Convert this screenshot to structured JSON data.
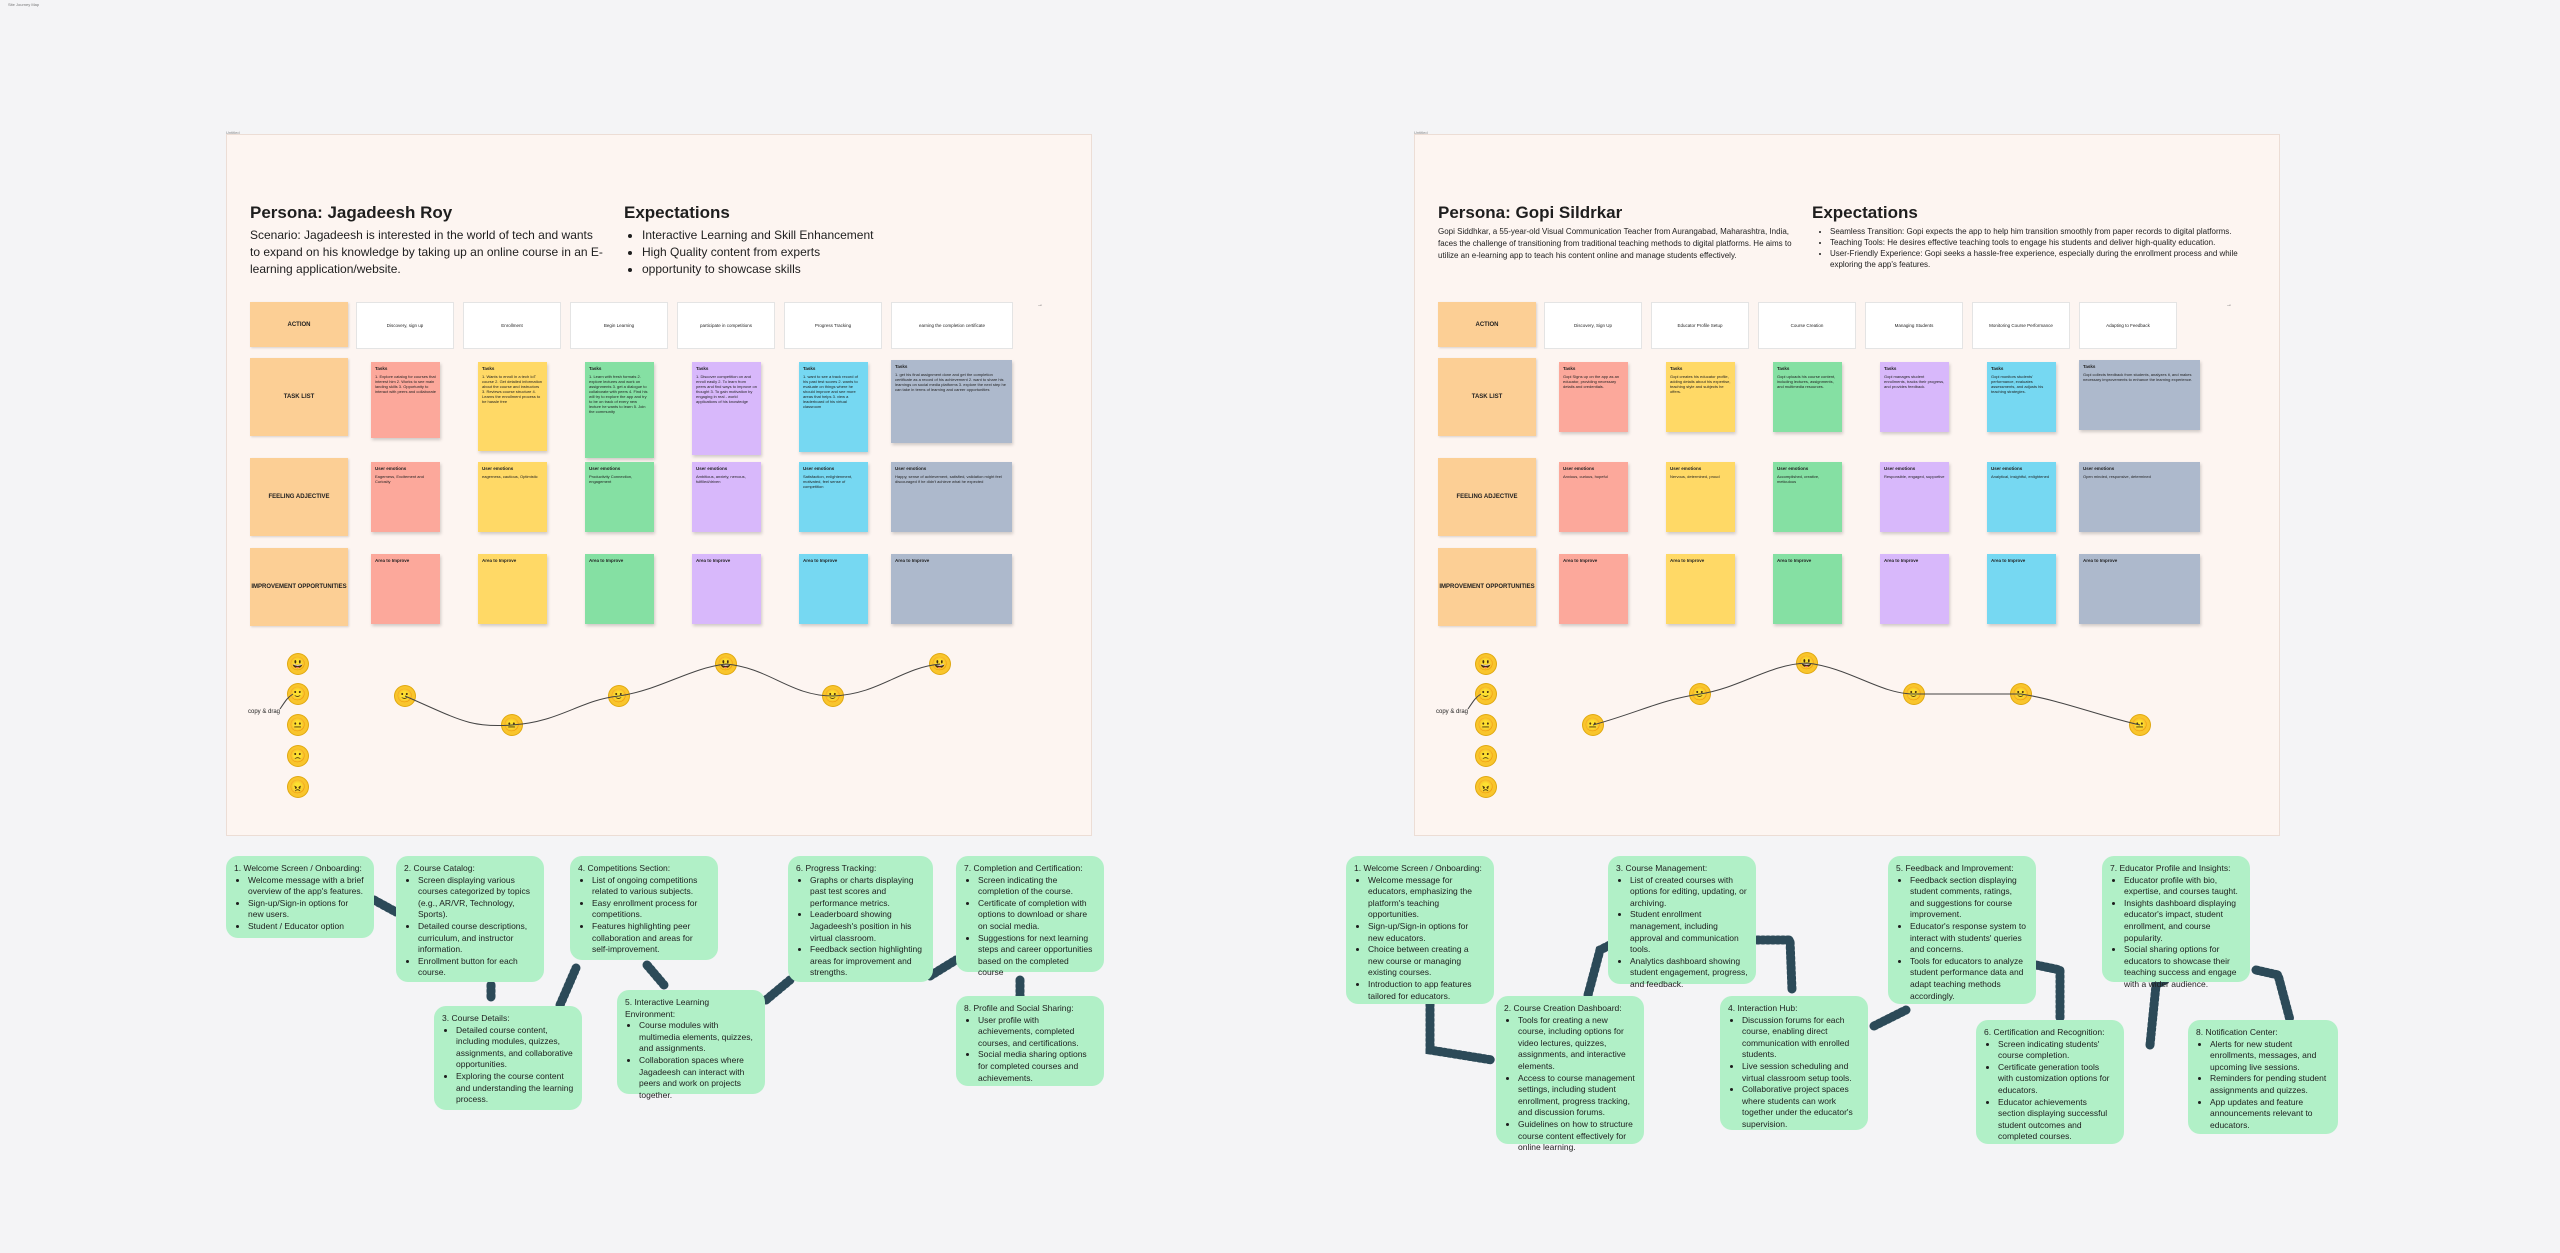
{
  "canvas_label": "Site Journey Map",
  "boards": [
    {
      "board_label": "Untitled",
      "persona_title": "Persona: Jagadeesh Roy",
      "scenario": "Scenario: Jagadeesh is interested in the world of tech and wants to expand on his knowledge by taking up an online course in an E-learning application/website.",
      "expectations_title": "Expectations",
      "expectations": [
        "Interactive Learning and Skill Enhancement",
        "High Quality content from experts",
        "opportunity to showcase skills"
      ],
      "row_labels": [
        "ACTION",
        "TASK LIST",
        "FEELING ADJECTIVE",
        "IMPROVEMENT OPPORTUNITIES"
      ],
      "stages": [
        "Discovery, sign up",
        "Enrollment",
        "Begin Learning",
        "participate in competitions",
        "Progress Tracking",
        "earning the completion certificate"
      ],
      "tasks": [
        {
          "title": "Tasks",
          "text": "1. Explore catalog for courses that interest him 2. Works to see main landing skills 3. Opportunity to interact with peers and collaborate"
        },
        {
          "title": "Tasks",
          "text": "1. Wants to enroll in a tech IoT course 2. Get detailed information about the course and instructors 3. Reviews course structure 4. Learns the enrollment process to be hassle free"
        },
        {
          "title": "Tasks",
          "text": "1. Learn with fresh formats 2. explore lectures and work on assignments 3. get a dialogue to collaborate with peers 4. Find his will try to explore the app and try to be on track of every new lecture he wants to learn 5. Join the community"
        },
        {
          "title": "Tasks",
          "text": "1. Discover competition on and enroll easily 2. To learn from peers and find ways to improve on thought 3. To gain motivation by engaging in real - world applications of his knowledge"
        },
        {
          "title": "Tasks",
          "text": "1. want to see a track record of his past test scores 2. wants to evaluate on things where he should improve and see more areas that helps 3. view a leaderboard of his virtual classroom"
        },
        {
          "title": "Tasks",
          "text": "1. get his final assignment done and get the completion certificate as a record of his achievement 2. want to share his learnings on social media platforms 3. explore the next step he can take in terms of learning and career opportunities"
        }
      ],
      "emotions": [
        {
          "title": "User emotions",
          "text": "Eagerness, Excitement and Curiosity"
        },
        {
          "title": "User emotions",
          "text": "eagerness, cautious, Optimistic"
        },
        {
          "title": "User emotions",
          "text": "Productivity Connection, engagement"
        },
        {
          "title": "User emotions",
          "text": "Ambitious, anxiety, nervous, fulfilled/driven"
        },
        {
          "title": "User emotions",
          "text": "Satisfaction, enlightenment, motivated, feel sense of competition"
        },
        {
          "title": "User emotions",
          "text": "Happy, sense of achievement, satisfied, validation might feel discouraged if he didn't achieve what he expected"
        }
      ],
      "improvements": [
        "Area to Improve",
        "Area to Improve",
        "Area to Improve",
        "Area to Improve",
        "Area to Improve",
        "Area to Improve"
      ],
      "copy_drag": "copy & drag",
      "flow": [
        {
          "title": "1. Welcome Screen / Onboarding:",
          "items": [
            "Welcome message with a brief overview of the app's features.",
            "Sign-up/Sign-in options for new users.",
            "Student / Educator option"
          ]
        },
        {
          "title": "2. Course Catalog:",
          "items": [
            "Screen displaying various courses categorized by topics (e.g., AR/VR, Technology, Sports).",
            "Detailed course descriptions, curriculum, and instructor information.",
            "Enrollment button for each course."
          ]
        },
        {
          "title": "3. Course Details:",
          "items": [
            "Detailed course content, including modules, quizzes, assignments, and collaborative opportunities.",
            "Exploring the course content and understanding the learning process."
          ]
        },
        {
          "title": "4. Competitions Section:",
          "items": [
            "List of ongoing competitions related to various subjects.",
            "Easy enrollment process for competitions.",
            "Features highlighting peer collaboration and areas for self-improvement."
          ]
        },
        {
          "title": "5. Interactive Learning Environment:",
          "items": [
            "Course modules with multimedia elements, quizzes, and assignments.",
            "Collaboration spaces where Jagadeesh can interact with peers and work on projects together."
          ]
        },
        {
          "title": "6. Progress Tracking:",
          "items": [
            "Graphs or charts displaying past test scores and performance metrics.",
            "Leaderboard showing Jagadeesh's position in his virtual classroom.",
            "Feedback section highlighting areas for improvement and strengths."
          ]
        },
        {
          "title": "7. Completion and Certification:",
          "items": [
            "Screen indicating the completion of the course.",
            "Certificate of completion with options to download or share on social media.",
            "Suggestions for next learning steps and career opportunities based on the completed course"
          ]
        },
        {
          "title": "8. Profile and Social Sharing:",
          "items": [
            "User profile with achievements, completed courses, and certifications.",
            "Social media sharing options for completed courses and achievements."
          ]
        }
      ]
    },
    {
      "board_label": "Untitled",
      "persona_title": "Persona: Gopi Sildrkar",
      "scenario": "Gopi Siddhkar, a 55-year-old Visual Communication Teacher from Aurangabad, Maharashtra, India, faces the challenge of transitioning from traditional teaching methods to digital platforms. He aims to utilize an e-learning app to teach his content online and manage students effectively.",
      "expectations_title": "Expectations",
      "expectations": [
        "Seamless Transition: Gopi expects the app to help him transition smoothly from paper records to digital platforms.",
        "Teaching Tools: He desires effective teaching tools to engage his students and deliver high-quality education.",
        "User-Friendly Experience: Gopi seeks a hassle-free experience, especially during the enrollment process and while exploring the app's features."
      ],
      "row_labels": [
        "ACTION",
        "TASK LIST",
        "FEELING ADJECTIVE",
        "IMPROVEMENT OPPORTUNITIES"
      ],
      "stages": [
        "Discovery, Sign Up",
        "Educator Profile Setup",
        "Course Creation",
        "Managing Students",
        "Monitoring Course Performance",
        "Adapting to Feedback"
      ],
      "tasks": [
        {
          "title": "Tasks",
          "text": "Gopi Signs up on the app as an educator, providing necessary details and credentials."
        },
        {
          "title": "Tasks",
          "text": "Gopi creates his educator profile, adding details about his expertise, teaching style and subjects he offers."
        },
        {
          "title": "Tasks",
          "text": "Gopi uploads his course content, including lectures, assignments, and multimedia resources."
        },
        {
          "title": "Tasks",
          "text": "Gopi manages student enrollments, tracks their progress, and provides feedback."
        },
        {
          "title": "Tasks",
          "text": "Gopi monitors students' performance, evaluates assessments, and adjusts his teaching strategies."
        },
        {
          "title": "Tasks",
          "text": "Gopi collects feedback from students, analyzes it, and makes necessary improvements to enhance the learning experience."
        }
      ],
      "emotions": [
        {
          "title": "User emotions",
          "text": "Anxious, curious, hopeful"
        },
        {
          "title": "User emotions",
          "text": "Nervous, determined, proud"
        },
        {
          "title": "User emotions",
          "text": "Accomplished, creative, meticulous"
        },
        {
          "title": "User emotions",
          "text": "Responsible, engaged, supportive"
        },
        {
          "title": "User emotions",
          "text": "Analytical, insightful, enlightened"
        },
        {
          "title": "User emotions",
          "text": "Open minded, responsive, determined"
        }
      ],
      "improvements": [
        "Area to Improve",
        "Area to Improve",
        "Area to Improve",
        "Area to Improve",
        "Area to Improve",
        "Area to Improve"
      ],
      "copy_drag": "copy & drag",
      "flow": [
        {
          "title": "1. Welcome Screen / Onboarding:",
          "items": [
            "Welcome message for educators, emphasizing the platform's teaching opportunities.",
            "Sign-up/Sign-in options for new educators.",
            "Choice between creating a new course or managing existing courses.",
            "Introduction to app features tailored for educators."
          ]
        },
        {
          "title": "2. Course Creation Dashboard:",
          "items": [
            "Tools for creating a new course, including options for video lectures, quizzes, assignments, and interactive elements.",
            "Access to course management settings, including student enrollment, progress tracking, and discussion forums.",
            "Guidelines on how to structure course content effectively for online learning."
          ]
        },
        {
          "title": "3. Course Management:",
          "items": [
            "List of created courses with options for editing, updating, or archiving.",
            "Student enrollment management, including approval and communication tools.",
            "Analytics dashboard showing student engagement, progress, and feedback."
          ]
        },
        {
          "title": "4. Interaction Hub:",
          "items": [
            "Discussion forums for each course, enabling direct communication with enrolled students.",
            "Live session scheduling and virtual classroom setup tools.",
            "Collaborative project spaces where students can work together under the educator's supervision."
          ]
        },
        {
          "title": "5. Feedback and Improvement:",
          "items": [
            "Feedback section displaying student comments, ratings, and suggestions for course improvement.",
            "Educator's response system to interact with students' queries and concerns.",
            "Tools for educators to analyze student performance data and adapt teaching methods accordingly."
          ]
        },
        {
          "title": "6. Certification and Recognition:",
          "items": [
            "Screen indicating students' course completion.",
            "Certificate generation tools with customization options for educators.",
            "Educator achievements section displaying successful student outcomes and completed courses."
          ]
        },
        {
          "title": "7. Educator Profile and Insights:",
          "items": [
            "Educator profile with bio, expertise, and courses taught.",
            "Insights dashboard displaying educator's impact, student enrollment, and course popularity.",
            "Social sharing options for educators to showcase their teaching success and engage with a wider audience."
          ]
        },
        {
          "title": "8. Notification Center:",
          "items": [
            "Alerts for new student enrollments, messages, and upcoming live sessions.",
            "Reminders for pending student assignments and quizzes.",
            "App updates and feature announcements relevant to educators."
          ]
        }
      ]
    }
  ],
  "emoji_faces": [
    "😃",
    "🙂",
    "😐",
    "🙁",
    "😠"
  ],
  "colors": {
    "board": "#fdf5f1",
    "flow_card": "#b1f0c7",
    "row_label": "#fccf95",
    "arrow": "#2c4a58"
  }
}
